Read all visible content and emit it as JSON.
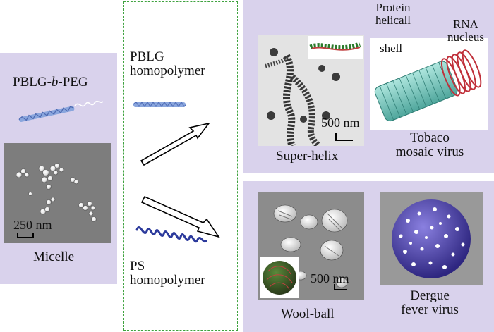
{
  "left_panel": {
    "copolymer_label_parts": [
      "PBLG-",
      "b",
      "-PEG"
    ],
    "scale_bar": "250 nm",
    "caption": "Micelle"
  },
  "middle": {
    "pblg_label_line1": "PBLG",
    "pblg_label_line2": "homopolymer",
    "ps_label_line1": "PS",
    "ps_label_line2": "homopolymer"
  },
  "top_right": {
    "helix_scale_bar": "500 nm",
    "helix_caption": "Super-helix",
    "protein_label_line1": "Protein",
    "protein_label_line2": "helicall",
    "protein_label_line3": "shell",
    "rna_label_line1": "RNA",
    "rna_label_line2": "nucleus",
    "virus_caption_line1": "Tobaco",
    "virus_caption_line2": "mosaic virus"
  },
  "bottom_right": {
    "wool_scale_bar": "500 nm",
    "wool_caption": "Wool-ball",
    "virus_caption_line1": "Dergue",
    "virus_caption_line2": "fever virus"
  },
  "colors": {
    "panel_bg": "#d9d2ec",
    "dashed_border": "#3fa23f",
    "pblg_rod": "#7a9ad8",
    "ps_coil": "#2c3a9c",
    "rna_red": "#c0303a",
    "protein_teal": "#7fd3c8",
    "dengue_purple": "#5a4fb8"
  }
}
